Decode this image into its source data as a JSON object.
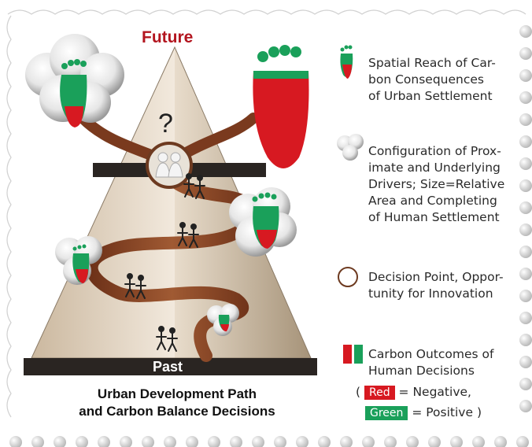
{
  "labels": {
    "future": "Future",
    "past": "Past",
    "question": "?"
  },
  "caption": {
    "line1": "Urban Development Path",
    "line2": "and Carbon Balance Decisions"
  },
  "legend": {
    "footprint": {
      "lines": [
        "Spatial Reach of Car-",
        "bon Consequences",
        "of Urban Settlement"
      ]
    },
    "drivers": {
      "lines": [
        "Configuration of Prox-",
        "imate and Underlying",
        "Drivers; Size=Relative",
        "Area and Completing",
        "of Human Settlement"
      ]
    },
    "decision": {
      "lines": [
        "Decision Point, Oppor-",
        "tunity for Innovation"
      ]
    },
    "outcomes": {
      "lines": [
        "Carbon Outcomes of",
        "Human Decisions"
      ],
      "open_paren": "(",
      "red_label": "Red",
      "negative": "= Negative,",
      "green_label": "Green",
      "positive": "= Positive",
      "close_paren": ")"
    }
  },
  "colors": {
    "red": "#d71921",
    "green": "#1aa05a",
    "path_brown": "#7a3a1e",
    "future_red": "#b3151f",
    "pyramid_dark": "#2a2522"
  }
}
